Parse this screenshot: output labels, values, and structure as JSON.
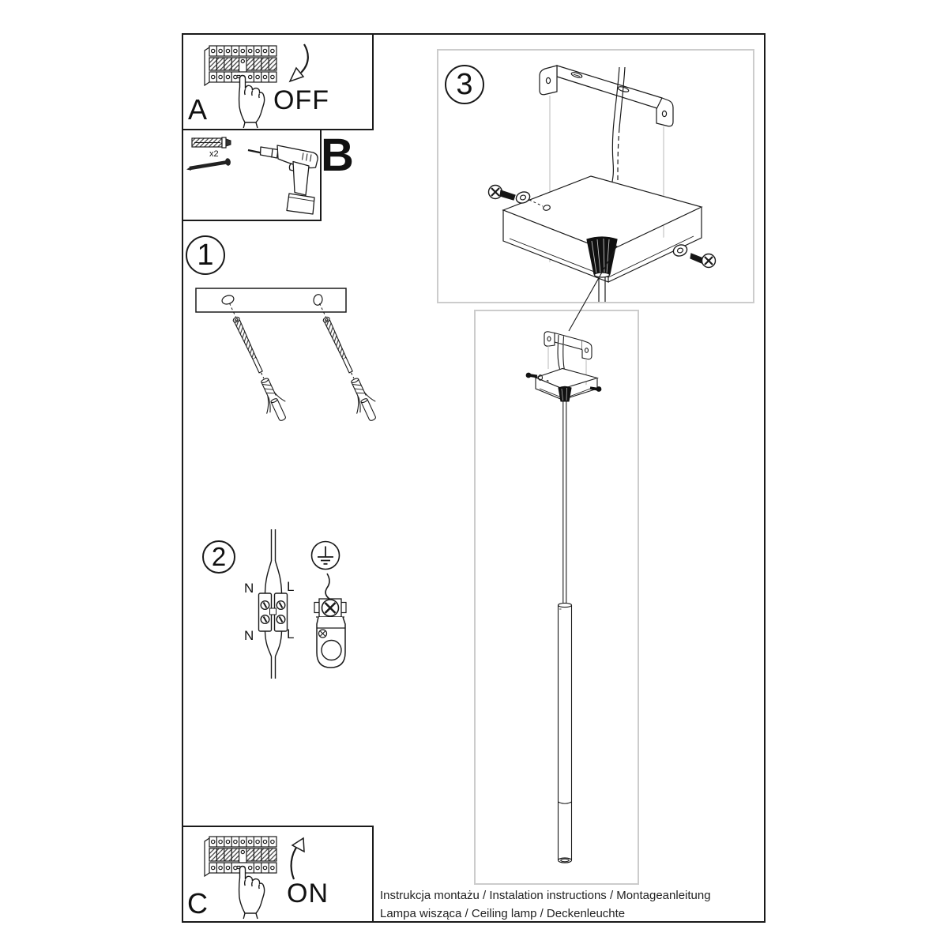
{
  "sheet": {
    "panel_a": {
      "label": "A",
      "action": "OFF"
    },
    "panel_b": {
      "label": "B",
      "quantity_note": "x2"
    },
    "panel_c": {
      "label": "C",
      "action": "ON"
    },
    "step_1": {
      "number": "1"
    },
    "step_2": {
      "number": "2",
      "wire_top_left": "N",
      "wire_top_right": "L",
      "wire_bottom_left": "N",
      "wire_bottom_right": "L"
    },
    "step_3": {
      "number": "3"
    },
    "footer": {
      "line1": "Instrukcja montażu / Instalation instructions / Montageanleitung",
      "line2": "Lampa wisząca / Ceiling lamp / Deckenleuchte"
    },
    "colors": {
      "ink": "#1a1a1a",
      "box_border": "#1a1a1a",
      "soft_border": "#cccccc",
      "paper": "#ffffff"
    }
  }
}
